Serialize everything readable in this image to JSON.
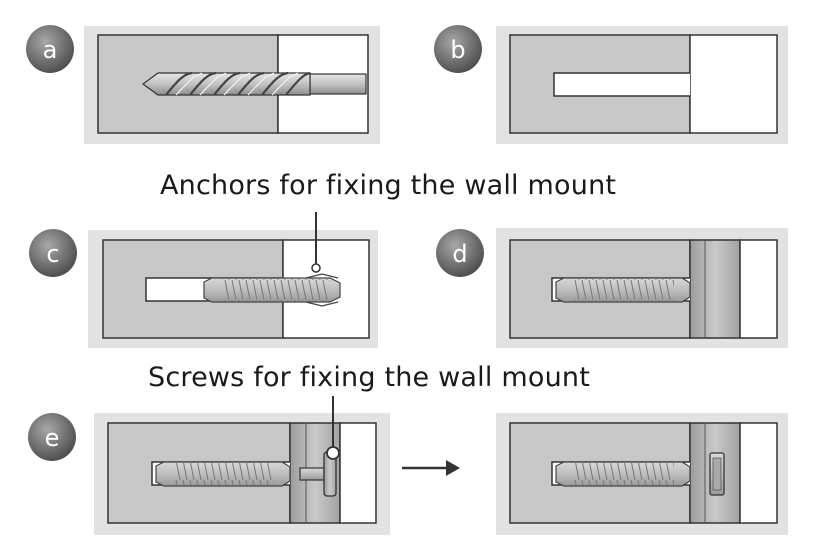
{
  "steps": [
    {
      "id": "a",
      "label": "a"
    },
    {
      "id": "b",
      "label": "b"
    },
    {
      "id": "c",
      "label": "c"
    },
    {
      "id": "d",
      "label": "d"
    },
    {
      "id": "e",
      "label": "e"
    }
  ],
  "captions": {
    "anchors": "Anchors for fixing the wall mount",
    "screws": "Screws for fixing the wall mount"
  },
  "colors": {
    "panel_bg": "#e2e2e2",
    "wall": "#c7c7c7",
    "outline": "#333333",
    "mount_plate": "#b5b5b5",
    "badge": "#6f6f6f"
  },
  "icons": {
    "arrow": "right-arrow-icon",
    "drill": "drill-bit-icon",
    "anchor": "wall-anchor-icon",
    "screw": "screw-icon"
  }
}
